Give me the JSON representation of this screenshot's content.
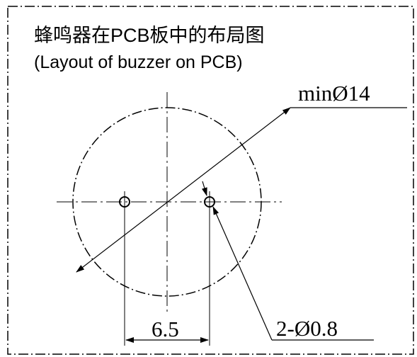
{
  "title": {
    "chinese": "蜂鸣器在PCB板中的布局图",
    "english": "(Layout of buzzer on PCB)"
  },
  "labels": {
    "outline_diameter": "minØ14",
    "hole_spacing": "6.5",
    "hole_spec": "2-Ø0.8"
  },
  "colors": {
    "line": "#000000",
    "background": "#ffffff"
  }
}
